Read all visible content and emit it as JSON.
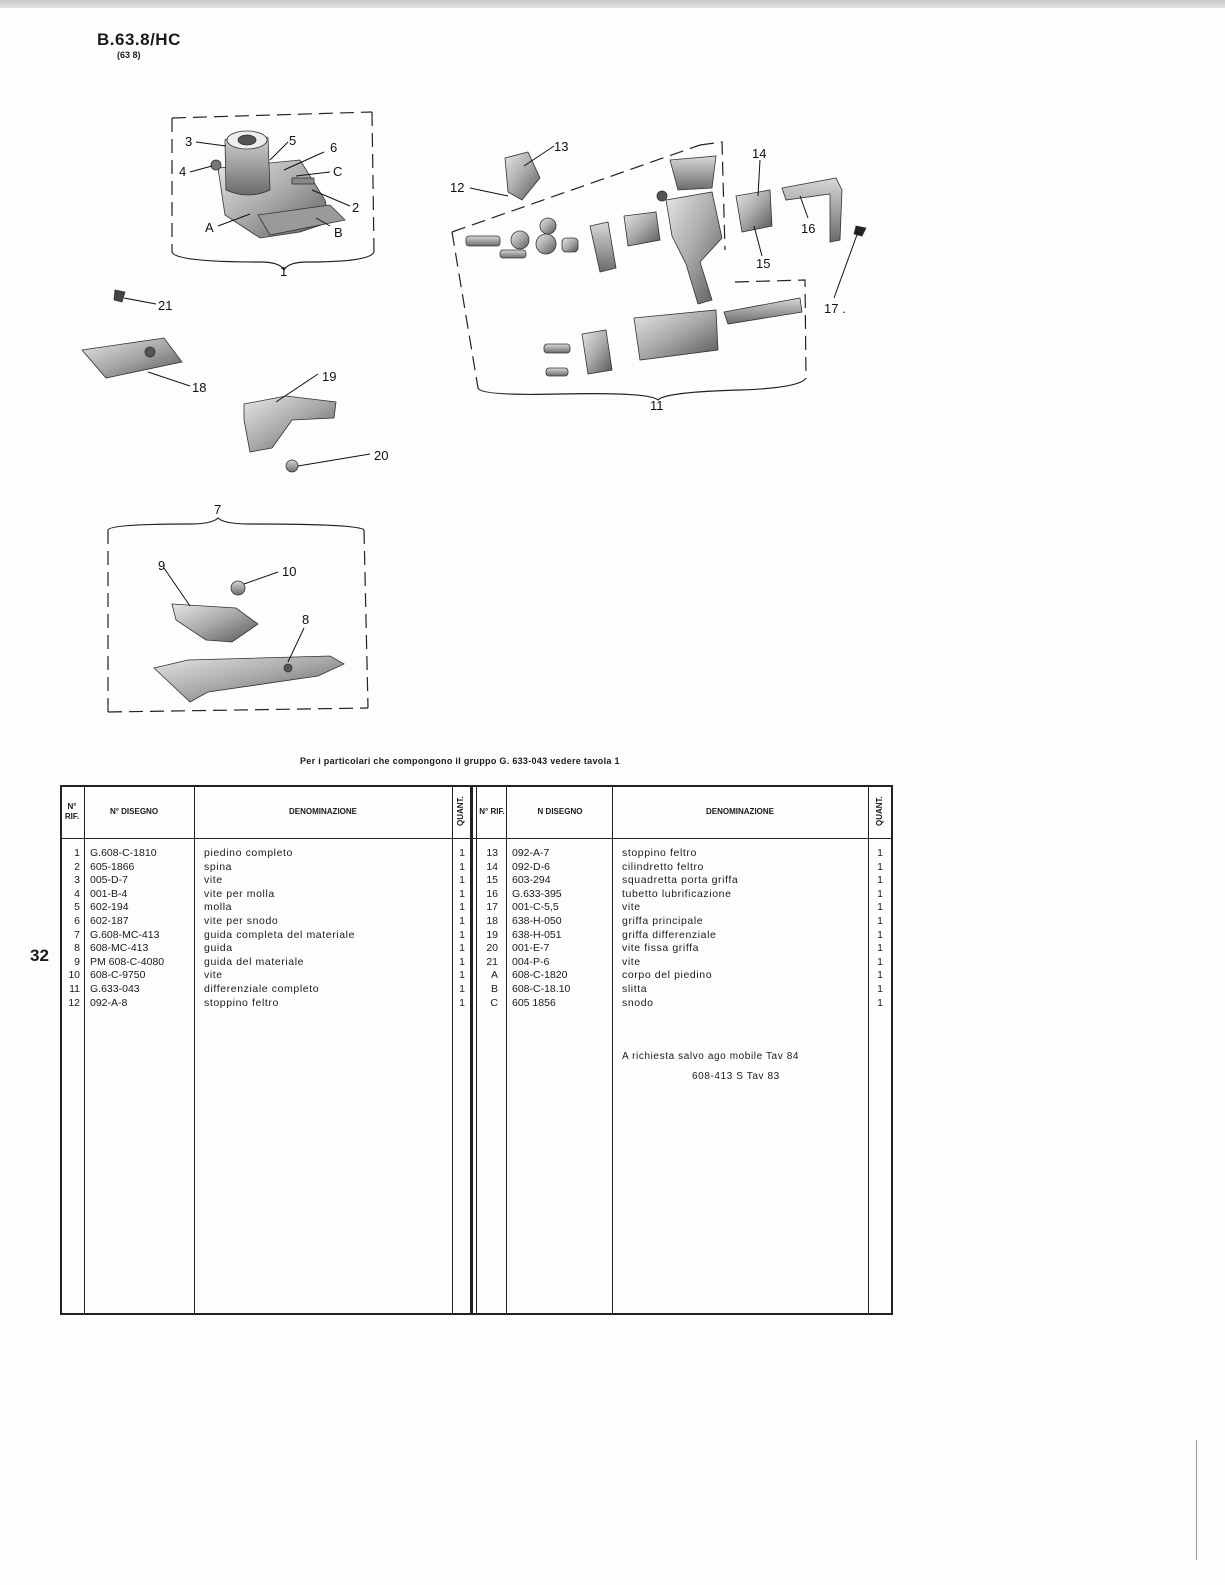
{
  "header": {
    "model": "B.63.8/HC",
    "model_sub": "(63 8)"
  },
  "page_number": "32",
  "caption": "Per i particolari che compongono il gruppo G. 633-043 vedere tavola 1",
  "callouts": {
    "c1": "1",
    "c2": "2",
    "c3": "3",
    "c4": "4",
    "c5": "5",
    "c6": "6",
    "c7": "7",
    "c8": "8",
    "c9": "9",
    "c10": "10",
    "c11": "11",
    "c12": "12",
    "c13": "13",
    "c14": "14",
    "c15": "15",
    "c16": "16",
    "c17": "17 .",
    "c18": "18",
    "c19": "19",
    "c20": "20",
    "c21": "21",
    "cA": "A",
    "cB": "B",
    "cC": "C"
  },
  "table": {
    "headers": {
      "rif": "N° RIF.",
      "disegno": "N° DISEGNO",
      "denominazione": "DENOMINAZIONE",
      "quant": "QUANT.",
      "rif2": "N° RIF.",
      "disegno2": "N DISEGNO",
      "denominazione2": "DENOMINAZIONE",
      "quant2": "QUANT."
    },
    "left_rows": [
      {
        "rif": "1",
        "code": "G.608-C-1810",
        "desc": "piedino completo",
        "qty": "1"
      },
      {
        "rif": "2",
        "code": "605-1866",
        "desc": "spina",
        "qty": "1"
      },
      {
        "rif": "3",
        "code": "005-D-7",
        "desc": "vite",
        "qty": "1"
      },
      {
        "rif": "4",
        "code": "001-B-4",
        "desc": "vite per molla",
        "qty": "1"
      },
      {
        "rif": "5",
        "code": "602-194",
        "desc": "molla",
        "qty": "1"
      },
      {
        "rif": "6",
        "code": "602-187",
        "desc": "vite per snodo",
        "qty": "1"
      },
      {
        "rif": "7",
        "code": "G.608-MC-413",
        "desc": "guida completa del materiale",
        "qty": "1"
      },
      {
        "rif": "8",
        "code": "608-MC-413",
        "desc": "guida",
        "qty": "1"
      },
      {
        "rif": "9",
        "code": "PM 608-C-4080",
        "desc": "guida del materiale",
        "qty": "1"
      },
      {
        "rif": "10",
        "code": "608-C-9750",
        "desc": "vite",
        "qty": "1"
      },
      {
        "rif": "11",
        "code": "G.633-043",
        "desc": "differenziale completo",
        "qty": "1"
      },
      {
        "rif": "12",
        "code": "092-A-8",
        "desc": "stoppino feltro",
        "qty": "1"
      }
    ],
    "right_rows": [
      {
        "rif": "13",
        "code": "092-A-7",
        "desc": "stoppino feltro",
        "qty": "1"
      },
      {
        "rif": "14",
        "code": "092-D-6",
        "desc": "cilindretto feltro",
        "qty": "1"
      },
      {
        "rif": "15",
        "code": "603-294",
        "desc": "squadretta porta griffa",
        "qty": "1"
      },
      {
        "rif": "16",
        "code": "G.633-395",
        "desc": "tubetto lubrificazione",
        "qty": "1"
      },
      {
        "rif": "17",
        "code": "001-C-5,5",
        "desc": "vite",
        "qty": "1"
      },
      {
        "rif": "18",
        "code": "638-H-050",
        "desc": "griffa principale",
        "qty": "1"
      },
      {
        "rif": "19",
        "code": "638-H-051",
        "desc": "griffa differenziale",
        "qty": "1"
      },
      {
        "rif": "20",
        "code": "001-E-7",
        "desc": "vite fissa griffa",
        "qty": "1"
      },
      {
        "rif": "21",
        "code": "004-P-6",
        "desc": "vite",
        "qty": "1"
      },
      {
        "rif": "A",
        "code": "608-C-1820",
        "desc": "corpo del piedino",
        "qty": "1"
      },
      {
        "rif": "B",
        "code": "608-C-18.10",
        "desc": "slitta",
        "qty": "1"
      },
      {
        "rif": "C",
        "code": "605 1856",
        "desc": "snodo",
        "qty": "1"
      }
    ],
    "notes": {
      "line1": "A richiesta  salvo ago mobile  Tav  84",
      "line2": "608-413  S     Tav  83"
    }
  }
}
